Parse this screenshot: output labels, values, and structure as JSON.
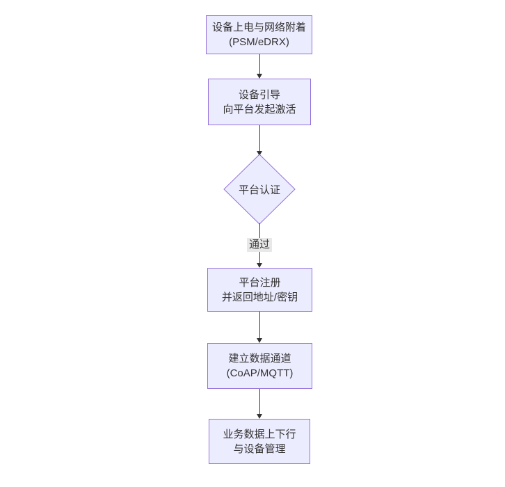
{
  "diagram": {
    "type": "flowchart",
    "direction": "top-down",
    "colors": {
      "background": "#ffffff",
      "node_fill": "#ececff",
      "node_border": "#9370db",
      "text": "#333333",
      "edge_line": "#333333",
      "edge_label_bg": "#e8e8e8"
    },
    "nodes": [
      {
        "shape": "rect",
        "lines": [
          "设备上电与网络附着",
          "(PSM/eDRX)"
        ]
      },
      {
        "shape": "rect",
        "lines": [
          "设备引导",
          "向平台发起激活"
        ]
      },
      {
        "shape": "diamond",
        "lines": [
          "平台认证"
        ]
      },
      {
        "shape": "rect",
        "lines": [
          "平台注册",
          "并返回地址/密钥"
        ]
      },
      {
        "shape": "rect",
        "lines": [
          "建立数据通道",
          "(CoAP/MQTT)"
        ]
      },
      {
        "shape": "rect",
        "lines": [
          "业务数据上下行",
          "与设备管理"
        ]
      }
    ],
    "edges": [
      {
        "from": 0,
        "to": 1,
        "label": ""
      },
      {
        "from": 1,
        "to": 2,
        "label": ""
      },
      {
        "from": 2,
        "to": 3,
        "label": "通过"
      },
      {
        "from": 3,
        "to": 4,
        "label": ""
      },
      {
        "from": 4,
        "to": 5,
        "label": ""
      }
    ]
  }
}
